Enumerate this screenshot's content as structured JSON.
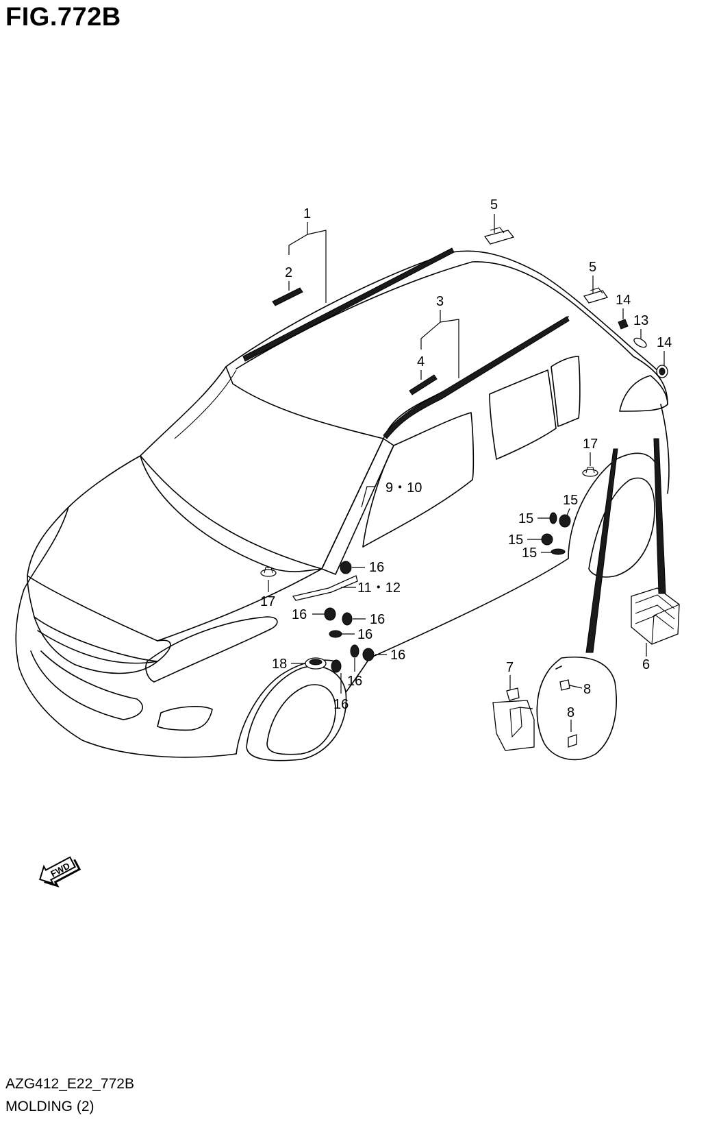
{
  "title": "FIG.772B",
  "footer": {
    "code": "AZG412_E22_772B",
    "caption": "MOLDING (2)"
  },
  "fwd_label": "FWD",
  "callouts": {
    "c1": "1",
    "c2": "2",
    "c3": "3",
    "c4": "4",
    "c5a": "5",
    "c5b": "5",
    "c6": "6",
    "c7": "7",
    "c8a": "8",
    "c8b": "8",
    "c9_10": "9・10",
    "c11_12": "11・12",
    "c13": "13",
    "c14a": "14",
    "c14b": "14",
    "c15a": "15",
    "c15b": "15",
    "c15c": "15",
    "c15d": "15",
    "c16a": "16",
    "c16b": "16",
    "c16c": "16",
    "c16d": "16",
    "c16e": "16",
    "c16f": "16",
    "c16g": "16",
    "c17a": "17",
    "c17b": "17",
    "c18": "18"
  }
}
